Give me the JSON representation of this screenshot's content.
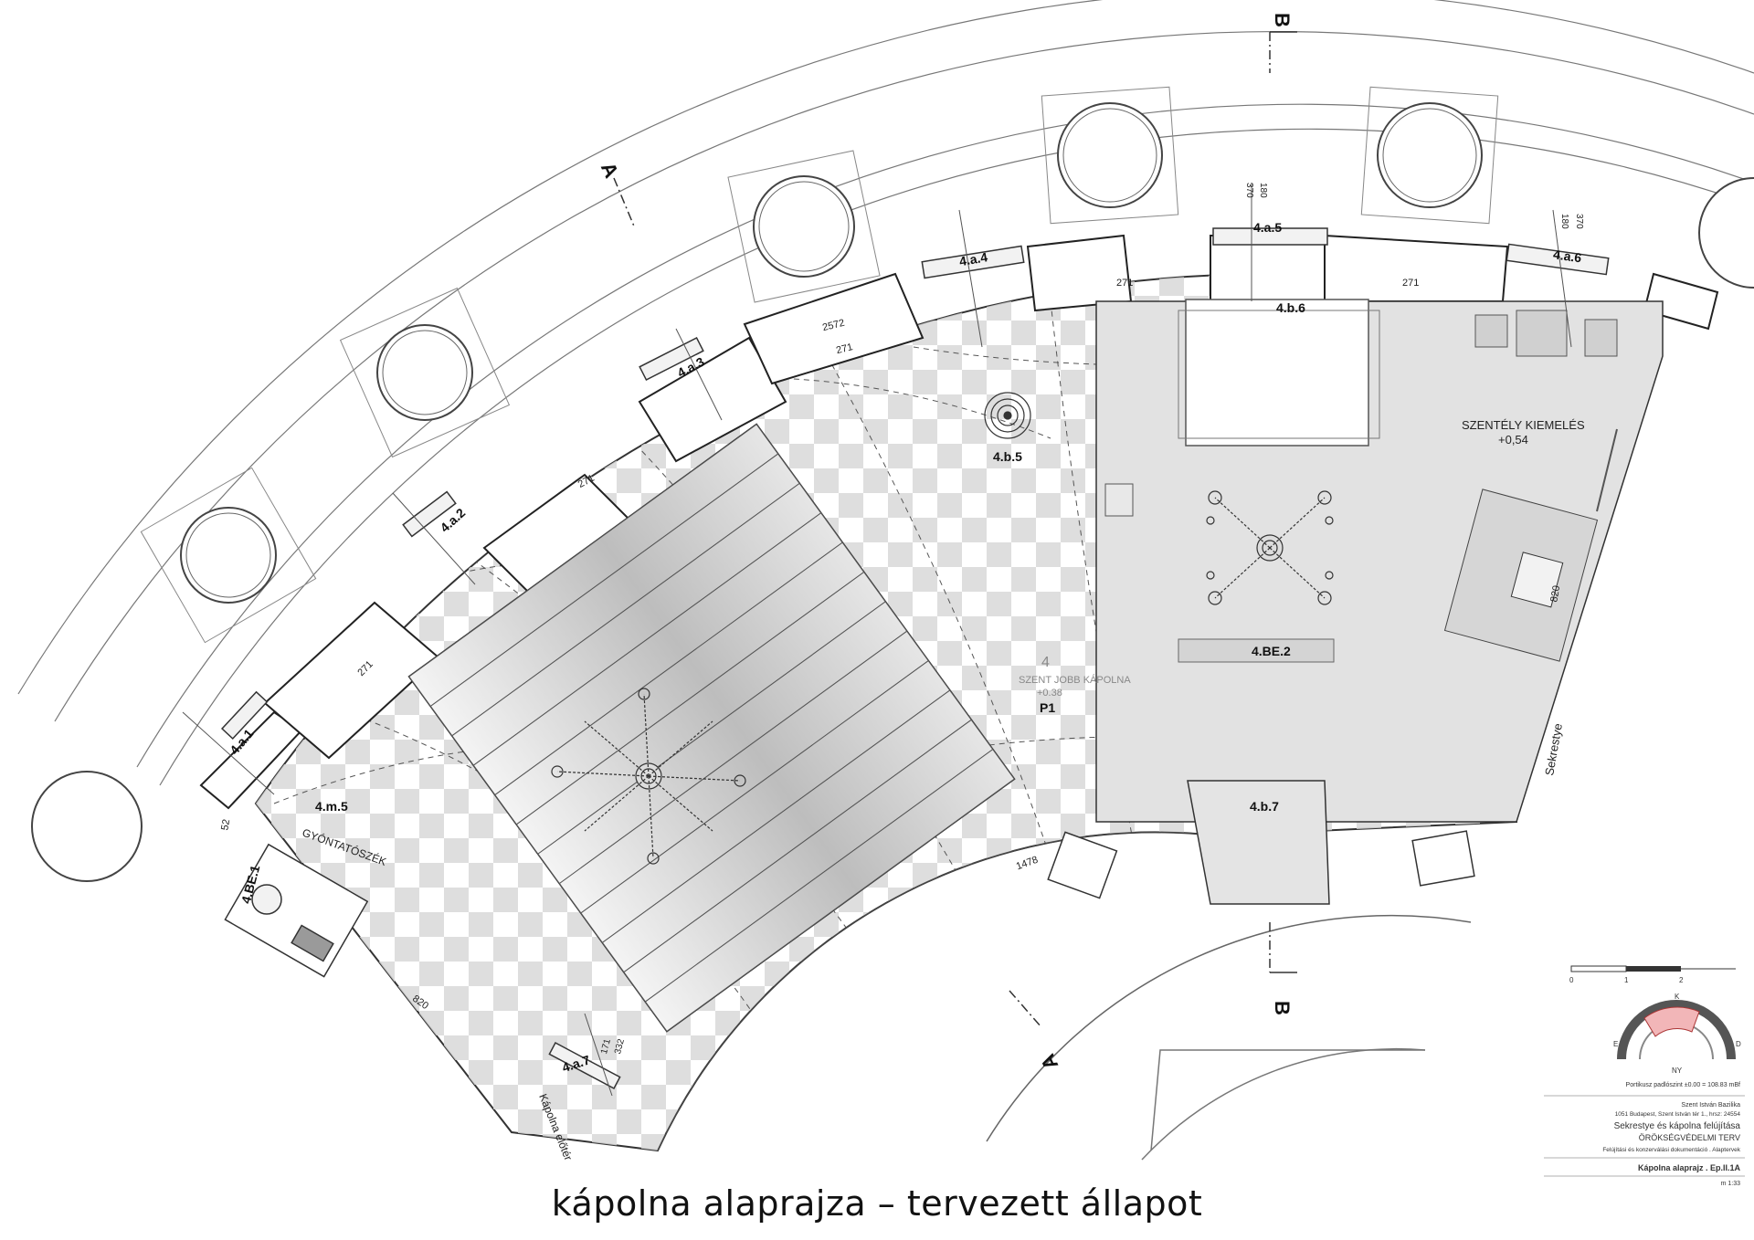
{
  "caption": "kápolna alaprajza – tervezett állapot",
  "section_marks": {
    "a": "A",
    "b": "B"
  },
  "rooms": {
    "main_number": "4",
    "main_name": "SZENT JOBB KÁPOLNA",
    "main_level": "+0.38",
    "floor_code": "P1",
    "sanctuary_name": "SZENTÉLY KIEMELÉS",
    "sanctuary_level": "+0,54",
    "sacristy": "Sekrestye",
    "confessional": "GYÓNTATÓSZÉK",
    "vestibule": "Kápolna előtér"
  },
  "element_codes": {
    "a1": "4.a.1",
    "a2": "4.a.2",
    "a3": "4.a.3",
    "a4": "4.a.4",
    "a5": "4.a.5",
    "a6": "4.a.6",
    "a7": "4.a.7",
    "b5": "4.b.5",
    "b6": "4.b.6",
    "b7": "4.b.7",
    "m5": "4.m.5",
    "be1": "4.BE.1",
    "be2": "4.BE.2"
  },
  "dimensions": {
    "d180": "180",
    "d370": "370",
    "d271": "271",
    "d2572": "2572",
    "d820": "820",
    "d52": "52",
    "d1478": "1478",
    "d171": "171",
    "d332": "332"
  },
  "title_block": {
    "scale_0": "0",
    "scale_1": "1",
    "scale_2": "2",
    "compass_k": "K",
    "compass_e": "E",
    "compass_d": "D",
    "compass_ny": "NY",
    "level_note": "Portikusz padlószint ±0.00 = 108.83 mBf",
    "building": "Szent István Bazilika",
    "address": "1051 Budapest, Szent István tér 1., hrsz: 24554",
    "project": "Sekrestye és kápolna felújítása",
    "plan_type": "ÖRÖKSÉGVÉDELMI TERV",
    "doc_subtitle": "Felújítási és konzerválási dokumentáció . Alaptervek",
    "sheet_title": "Kápolna alaprajz . Ep.II.1A",
    "scale": "m 1:33"
  },
  "colors": {
    "line": "#3a3a3a",
    "tile": "#d9d9d9",
    "raised": "#dedede",
    "highlight": "#f2b6b8"
  }
}
